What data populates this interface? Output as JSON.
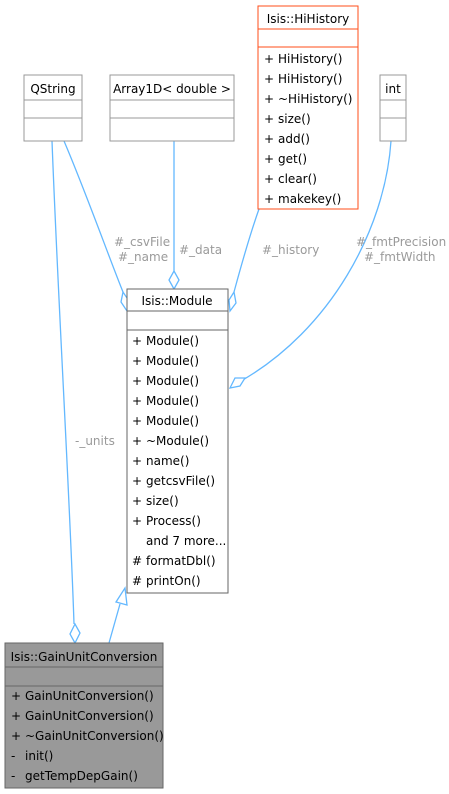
{
  "classes": {
    "qstring": {
      "name": "QString"
    },
    "array1d": {
      "name": "Array1D< double >"
    },
    "hihistory": {
      "name": "Isis::HiHistory",
      "members": [
        {
          "vis": "+",
          "text": "HiHistory()"
        },
        {
          "vis": "+",
          "text": "HiHistory()"
        },
        {
          "vis": "+",
          "text": "~HiHistory()"
        },
        {
          "vis": "+",
          "text": "size()"
        },
        {
          "vis": "+",
          "text": "add()"
        },
        {
          "vis": "+",
          "text": "get()"
        },
        {
          "vis": "+",
          "text": "clear()"
        },
        {
          "vis": "+",
          "text": "makekey()"
        }
      ]
    },
    "int": {
      "name": "int"
    },
    "module": {
      "name": "Isis::Module",
      "members": [
        {
          "vis": "+",
          "text": "Module()"
        },
        {
          "vis": "+",
          "text": "Module()"
        },
        {
          "vis": "+",
          "text": "Module()"
        },
        {
          "vis": "+",
          "text": "Module()"
        },
        {
          "vis": "+",
          "text": "Module()"
        },
        {
          "vis": "+",
          "text": "~Module()"
        },
        {
          "vis": "+",
          "text": "name()"
        },
        {
          "vis": "+",
          "text": "getcsvFile()"
        },
        {
          "vis": "+",
          "text": "size()"
        },
        {
          "vis": "+",
          "text": "Process()"
        },
        {
          "vis": "",
          "text": "and 7 more..."
        },
        {
          "vis": "#",
          "text": "formatDbl()"
        },
        {
          "vis": "#",
          "text": "printOn()"
        }
      ]
    },
    "gainunitconversion": {
      "name": "Isis::GainUnitConversion",
      "members": [
        {
          "vis": "+",
          "text": "GainUnitConversion()"
        },
        {
          "vis": "+",
          "text": "GainUnitConversion()"
        },
        {
          "vis": "+",
          "text": "~GainUnitConversion()"
        },
        {
          "vis": "-",
          "text": "init()"
        },
        {
          "vis": "-",
          "text": "getTempDepGain()"
        }
      ]
    }
  },
  "edge_labels": {
    "csvfile": "#_csvFile",
    "name": "#_name",
    "data": "#_data",
    "history": "#_history",
    "fmtprecision": "#_fmtPrecision",
    "fmtwidth": "#_fmtWidth",
    "units": "-_units"
  },
  "colors": {
    "edge": "#63b8ff",
    "highlight_border": "#ff4d1a",
    "current_class_fill": "#999999"
  }
}
